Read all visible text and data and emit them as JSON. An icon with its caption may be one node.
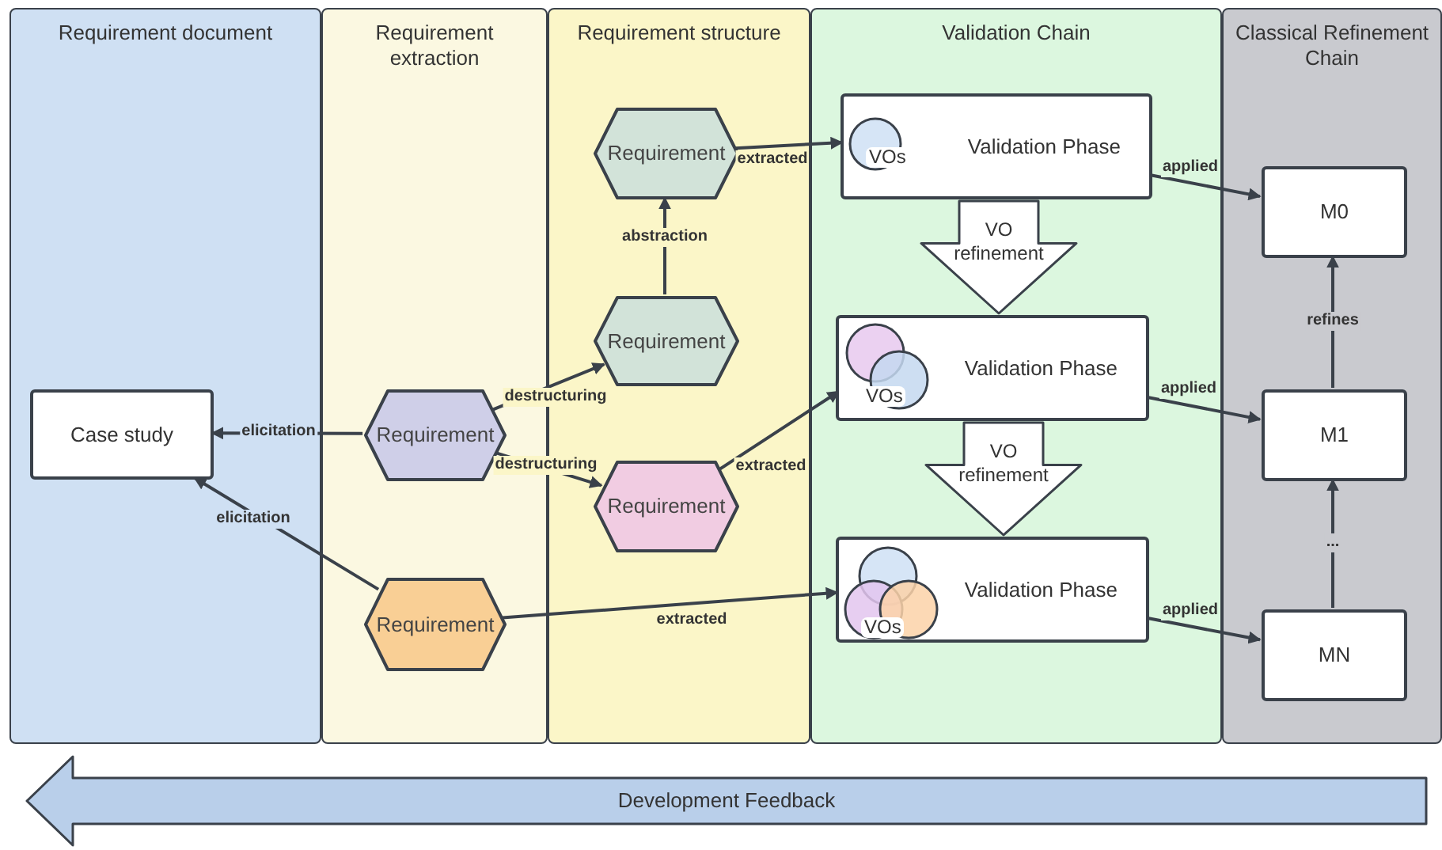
{
  "diagram": {
    "nodes": [
      {
        "text": [
          "Requirement document"
        ]
      },
      {
        "text": [
          "Requirement extraction"
        ]
      },
      {
        "text": [
          "Requirement structure"
        ]
      },
      {
        "text": [
          "Validation Chain"
        ]
      },
      {
        "text": [
          "Classical Refinement Chain"
        ]
      },
      {
        "text": [
          "Case study"
        ],
        "in": 0
      },
      {
        "text": [
          "Requirement"
        ],
        "in": 1
      },
      {
        "text": [
          "Requirement"
        ],
        "in": 1
      },
      {
        "text": [
          "Requirement"
        ],
        "in": 2
      },
      {
        "text": [
          "Requirement"
        ],
        "in": 2
      },
      {
        "text": [
          "Requirement"
        ],
        "in": 2
      },
      {
        "text": [
          "Validation Phase"
        ],
        "in": 3
      },
      {
        "text": [
          "VOs"
        ],
        "in": 11
      },
      {
        "text": [
          "VO refinement"
        ],
        "in": 3
      },
      {
        "text": [
          "Validation Phase"
        ],
        "in": 3
      },
      {
        "text": [
          "VOs"
        ],
        "in": 14
      },
      {
        "text": [
          "VO refinement"
        ],
        "in": 3
      },
      {
        "text": [
          "Validation Phase"
        ],
        "in": 3
      },
      {
        "text": [
          "VOs"
        ],
        "in": 17
      },
      {
        "text": [
          "M0"
        ],
        "in": 4
      },
      {
        "text": [
          "M1"
        ],
        "in": 4
      },
      {
        "text": [
          "MN"
        ],
        "in": 4
      },
      {
        "text": [
          "Development Feedback"
        ]
      }
    ],
    "edges": [
      {
        "from": 6,
        "to": 5,
        "arrow": "to",
        "label": "elicitation"
      },
      {
        "from": 7,
        "to": 5,
        "arrow": "to",
        "label": "elicitation"
      },
      {
        "from": 6,
        "to": 9,
        "arrow": "to",
        "label": "destructuring"
      },
      {
        "from": 6,
        "to": 10,
        "arrow": "to",
        "label": "destructuring"
      },
      {
        "from": 9,
        "to": 8,
        "arrow": "to",
        "label": "abstraction"
      },
      {
        "from": 8,
        "to": 12,
        "arrow": "to",
        "label": "extracted"
      },
      {
        "from": 10,
        "to": 15,
        "arrow": "to",
        "label": "extracted"
      },
      {
        "from": 7,
        "to": 18,
        "arrow": "to",
        "label": "extracted"
      },
      {
        "from": 11,
        "to": 19,
        "arrow": "to",
        "label": "applied"
      },
      {
        "from": 14,
        "to": 20,
        "arrow": "to",
        "label": "applied"
      },
      {
        "from": 17,
        "to": 21,
        "arrow": "to",
        "label": "applied"
      },
      {
        "from": 20,
        "to": 19,
        "arrow": "to",
        "label": "refines"
      },
      {
        "from": 21,
        "to": 20,
        "arrow": "to",
        "label": "..."
      }
    ]
  }
}
